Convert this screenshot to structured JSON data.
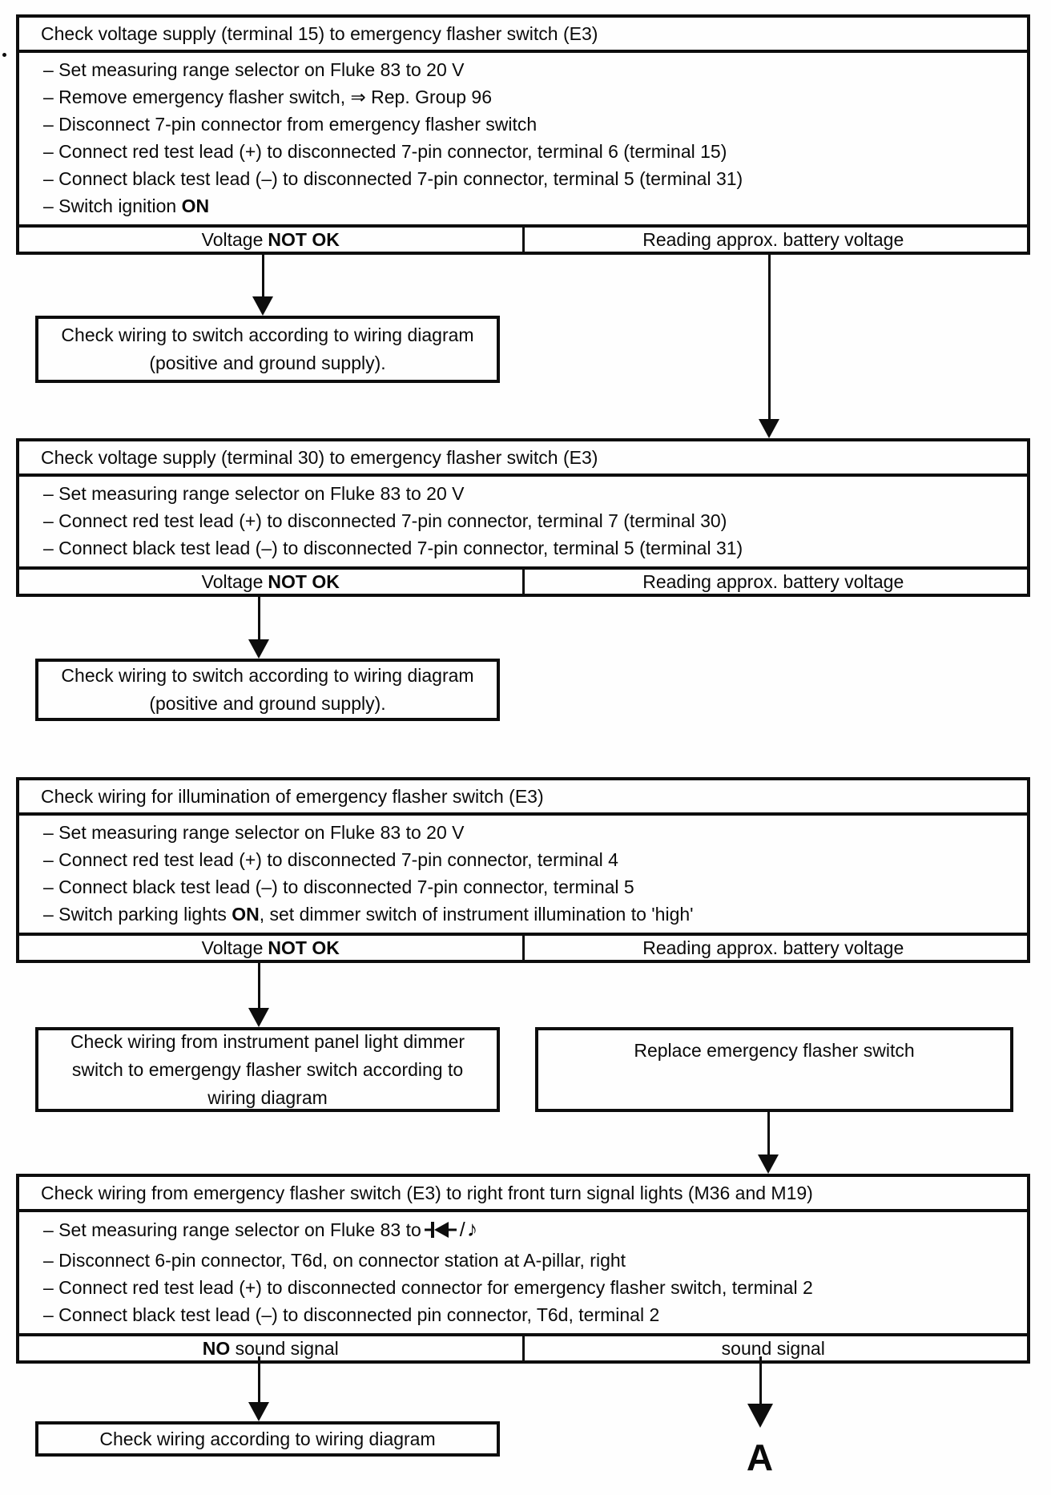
{
  "icons": {
    "slash": "/",
    "note": "♪"
  },
  "connector": {
    "label": "A"
  },
  "blocks": [
    {
      "title": "Check voltage supply (terminal 15) to emergency flasher switch (E3)",
      "steps": [
        {
          "pre": "– Set measuring range selector on Fluke 83 to 20 V",
          "bold": "",
          "post": ""
        },
        {
          "pre": "– Remove emergency flasher switch, ⇒ Rep. Group 96",
          "bold": "",
          "post": ""
        },
        {
          "pre": "– Disconnect 7-pin connector from emergency flasher switch",
          "bold": "",
          "post": ""
        },
        {
          "pre": "– Connect red test lead (+) to disconnected 7-pin connector, terminal 6 (terminal 15)",
          "bold": "",
          "post": ""
        },
        {
          "pre": "– Connect black test lead (–) to disconnected 7-pin connector, terminal 5 (terminal 31)",
          "bold": "",
          "post": ""
        },
        {
          "pre": "– Switch ignition",
          "bold": "ON",
          "post": ""
        }
      ],
      "result_left": {
        "pre": "Voltage",
        "bold": "NOT OK",
        "post": ""
      },
      "result_right": {
        "pre": "Reading approx. battery voltage",
        "bold": "",
        "post": ""
      }
    },
    {
      "title": "Check voltage supply (terminal 30) to emergency flasher switch (E3)",
      "steps": [
        {
          "pre": "– Set measuring range selector on Fluke 83 to 20 V",
          "bold": "",
          "post": ""
        },
        {
          "pre": "– Connect red test lead (+) to disconnected 7-pin connector, terminal 7 (terminal 30)",
          "bold": "",
          "post": ""
        },
        {
          "pre": "– Connect black test lead (–) to disconnected 7-pin connector, terminal 5 (terminal 31)",
          "bold": "",
          "post": ""
        }
      ],
      "result_left": {
        "pre": "Voltage",
        "bold": "NOT OK",
        "post": ""
      },
      "result_right": {
        "pre": "Reading approx. battery voltage",
        "bold": "",
        "post": ""
      }
    },
    {
      "title": "Check wiring for illumination of emergency flasher switch (E3)",
      "steps": [
        {
          "pre": "– Set measuring range selector on Fluke 83 to 20 V",
          "bold": "",
          "post": ""
        },
        {
          "pre": "– Connect red test lead (+) to disconnected 7-pin connector, terminal 4",
          "bold": "",
          "post": ""
        },
        {
          "pre": "– Connect black test lead (–) to disconnected 7-pin connector, terminal 5",
          "bold": "",
          "post": ""
        },
        {
          "pre": "– Switch parking lights",
          "bold": "ON",
          "post": ", set dimmer switch of instrument illumination to 'high'"
        }
      ],
      "result_left": {
        "pre": "Voltage",
        "bold": "NOT OK",
        "post": ""
      },
      "result_right": {
        "pre": "Reading approx. battery voltage",
        "bold": "",
        "post": ""
      }
    },
    {
      "title": "Check wiring from emergency flasher switch (E3) to right front turn signal lights (M36 and M19)",
      "steps": [
        {
          "pre": "– Set measuring range selector on Fluke 83 to",
          "bold": "",
          "post": ""
        },
        {
          "pre": "– Disconnect 6-pin connector, T6d, on connector station at A-pillar, right",
          "bold": "",
          "post": ""
        },
        {
          "pre": "– Connect red test lead (+) to disconnected connector for emergency flasher switch, terminal 2",
          "bold": "",
          "post": ""
        },
        {
          "pre": "– Connect black test lead (–) to disconnected pin connector, T6d, terminal 2",
          "bold": "",
          "post": ""
        }
      ],
      "result_left": {
        "pre": "",
        "bold": "NO",
        "post": " sound signal"
      },
      "result_right": {
        "pre": "sound signal",
        "bold": "",
        "post": ""
      }
    }
  ],
  "action_boxes": [
    {
      "text": "Check wiring to switch according to wiring diagram (positive and ground supply)."
    },
    {
      "text": "Check wiring to switch according to wiring diagram (positive and ground supply)."
    },
    {
      "text": "Check wiring from instrument panel light dimmer switch to emergengy flasher switch according to wiring diagram"
    },
    {
      "text": "Replace emergency flasher switch"
    },
    {
      "text": "Check wiring according to wiring diagram"
    }
  ]
}
